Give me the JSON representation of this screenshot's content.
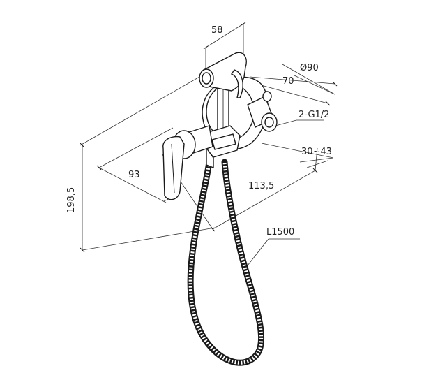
{
  "dimensions": {
    "hand_shower_length": "58",
    "flange_diameter": "Ø90",
    "depth_70": "70",
    "thread_size": "2-G1/2",
    "wall_adjust": "30~43",
    "lever_width": "93",
    "body_length": "113,5",
    "total_height": "198,5",
    "hose_length": "L1500"
  },
  "colors": {
    "line": "#1a1a1a",
    "background": "#ffffff"
  }
}
